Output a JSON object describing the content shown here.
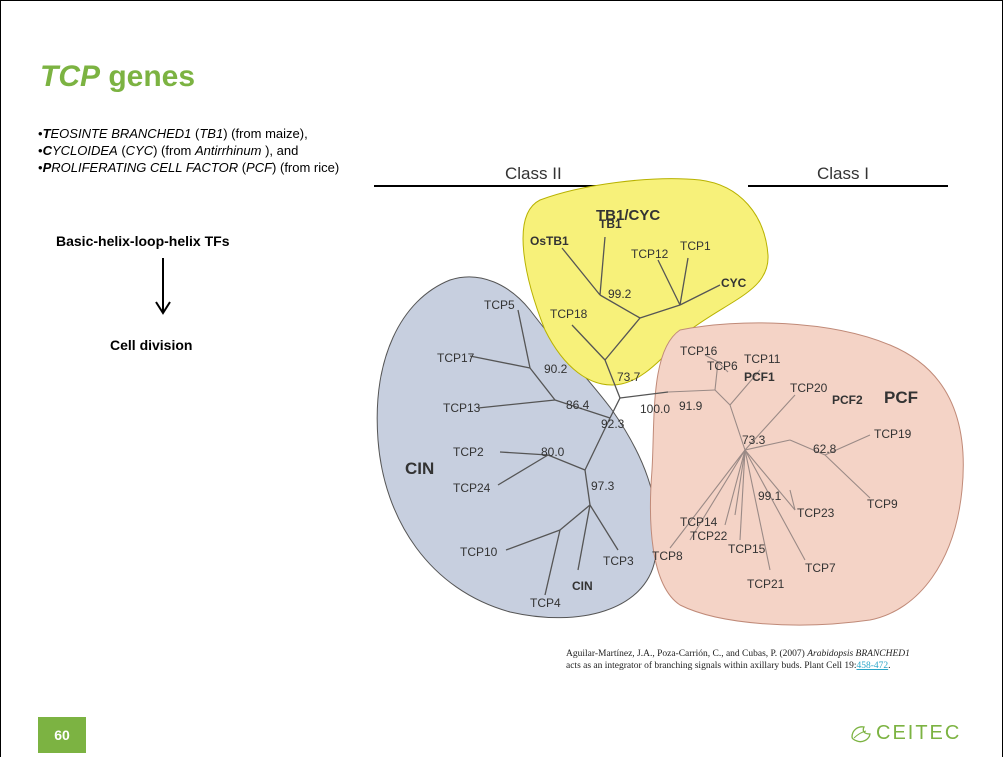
{
  "slide": {
    "title_italic": "TCP",
    "title_rest": " genes",
    "bullets": [
      {
        "bullet": "•",
        "bold": "T",
        "italic_rest": "EOSINTE BRANCHED1",
        "pre": " (",
        "abbr": "TB1",
        "post": ") (from maize),"
      },
      {
        "bullet": "•",
        "bold": "C",
        "italic_rest": "YCLOIDEA",
        "pre": " (",
        "abbr": "CYC",
        "post": ") (from ",
        "extra_italic": "Antirrhinum",
        "post2": " ), and"
      },
      {
        "bullet": "•",
        "bold": "P",
        "italic_rest": "ROLIFERATING CELL FACTOR",
        "pre": " (",
        "abbr": "PCF",
        "post": ") (from rice)"
      }
    ],
    "bhlh_label": "Basic-helix-loop-helix TFs",
    "cell_division_label": "Cell division",
    "slide_number": "60",
    "logo_text": "CEITEC"
  },
  "tree": {
    "class_labels": [
      "Class II",
      "Class I"
    ],
    "clades": {
      "tb1cyc": {
        "label": "TB1/CYC",
        "color": "#f7f17a"
      },
      "cin": {
        "label": "CIN",
        "color": "#c7cfdf"
      },
      "pcf": {
        "label": "PCF",
        "color": "#f4d3c6"
      }
    },
    "leaves": [
      "OsTB1",
      "TB1",
      "TCP12",
      "TCP1",
      "CYC",
      "TCP18",
      "TCP5",
      "TCP17",
      "TCP13",
      "TCP2",
      "TCP24",
      "TCP10",
      "CIN",
      "TCP4",
      "TCP3",
      "TCP16",
      "TCP6",
      "TCP11",
      "PCF1",
      "TCP20",
      "PCF2",
      "TCP19",
      "TCP9",
      "TCP23",
      "TCP14",
      "TCP22",
      "TCP15",
      "TCP8",
      "TCP21",
      "TCP7"
    ],
    "bootstrap": [
      "99.2",
      "73.7",
      "90.2",
      "86.4",
      "92.3",
      "100.0",
      "80.0",
      "97.3",
      "91.9",
      "73.3",
      "62.8",
      "99.1"
    ]
  },
  "citation": {
    "line1_prefix": "Aguilar-Martínez, J.A., Poza-Carrión, C., and Cubas, P.  (2007) ",
    "line1_italic": "Arabidopsis BRANCHED1",
    "line2_prefix": "acts as an integrator of branching signals within axillary buds. Plant Cell 19:",
    "link": "458-472",
    "line2_suffix": "."
  }
}
